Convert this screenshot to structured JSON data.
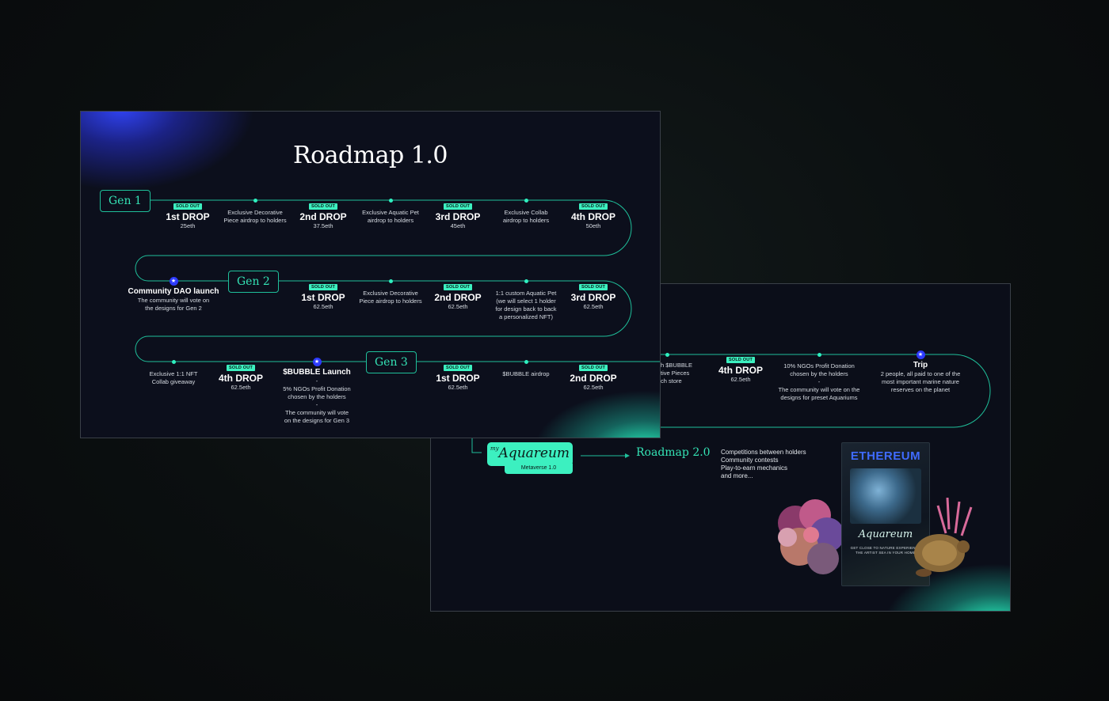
{
  "roadmap1": {
    "title": "Roadmap 1.0",
    "gens": [
      "Gen 1",
      "Gen 2",
      "Gen 3"
    ],
    "soldout": "SOLD OUT",
    "row1": {
      "drop1": {
        "label": "1st DROP",
        "price": "25eth"
      },
      "item1": {
        "line1": "Exclusive Decorative",
        "line2": "Piece airdrop to holders"
      },
      "drop2": {
        "label": "2nd DROP",
        "price": "37.5eth"
      },
      "item2": {
        "line1": "Exclusive Aquatic Pet",
        "line2": "airdrop to holders"
      },
      "drop3": {
        "label": "3rd DROP",
        "price": "45eth"
      },
      "item3": {
        "line1": "Exclusive Collab",
        "line2": "airdrop to holders"
      },
      "drop4": {
        "label": "4th DROP",
        "price": "50eth"
      }
    },
    "row2": {
      "dao": {
        "title": "Community DAO launch",
        "line1": "The community will vote on",
        "line2": "the designs for Gen 2"
      },
      "drop1": {
        "label": "1st DROP",
        "price": "62.5eth"
      },
      "item1": {
        "line1": "Exclusive Decorative",
        "line2": "Piece airdrop to holders"
      },
      "drop2": {
        "label": "2nd DROP",
        "price": "62.5eth"
      },
      "item2": {
        "line1": "1:1 custom Aquatic Pet",
        "line2": "(we will select 1 holder",
        "line3": "for design back to back",
        "line4": "a personalized NFT)"
      },
      "drop3": {
        "label": "3rd DROP",
        "price": "62.5eth"
      }
    },
    "row3": {
      "item1": {
        "line1": "Exclusive 1:1 NFT",
        "line2": "Collab giveaway"
      },
      "drop4": {
        "label": "4th DROP",
        "price": "62.5eth"
      },
      "bubble": {
        "title": "$BUBBLE Launch",
        "sep": "-",
        "line1": "5% NGOs Profit Donation",
        "line2": "chosen by the holders",
        "line3": "The community will vote",
        "line4": "on the designs for Gen 3"
      },
      "drop1": {
        "label": "1st DROP",
        "price": "62.5eth"
      },
      "airdrop": "$BUBBLE airdrop",
      "drop2": {
        "label": "2nd DROP",
        "price": "62.5eth"
      }
    }
  },
  "roadmap_back": {
    "partial": {
      "line1": "h $BUBBLE",
      "line2": "tive Pieces",
      "line3": "ch store"
    },
    "drop4": {
      "label": "4th DROP",
      "price": "62.5eth"
    },
    "ngo": {
      "line1": "10% NGOs Profit Donation",
      "line2": "chosen by the holders",
      "sep": "-",
      "line3": "The community will vote on the",
      "line4": "designs for preset Aquariums"
    },
    "trip": {
      "title": "Trip",
      "line1": "2 people, all paid to one of the",
      "line2": "most important marine nature",
      "line3": "reserves on the planet"
    },
    "logo": {
      "prefix": "my",
      "name": "Aquareum",
      "sub": "Metaverse 1.0"
    },
    "roadmap2": "Roadmap 2.0",
    "roadmap2_items": [
      "Competitions between holders",
      "Community contests",
      "Play-to-earn mechanics",
      "and more..."
    ],
    "box": {
      "title": "ETHEREUM",
      "logo": "Aquareum",
      "tagline": "GET CLOSE TO NATURE EXPERIENCE THE ARTIST SEA IN YOUR HOME"
    }
  },
  "colors": {
    "accent": "#3cf0c0",
    "track": "#1fbf9a",
    "star": "#2d3bff",
    "slide_bg": "#0c0f1c"
  },
  "icons": [
    "star-icon",
    "dot-icon",
    "arrow-right-icon"
  ]
}
